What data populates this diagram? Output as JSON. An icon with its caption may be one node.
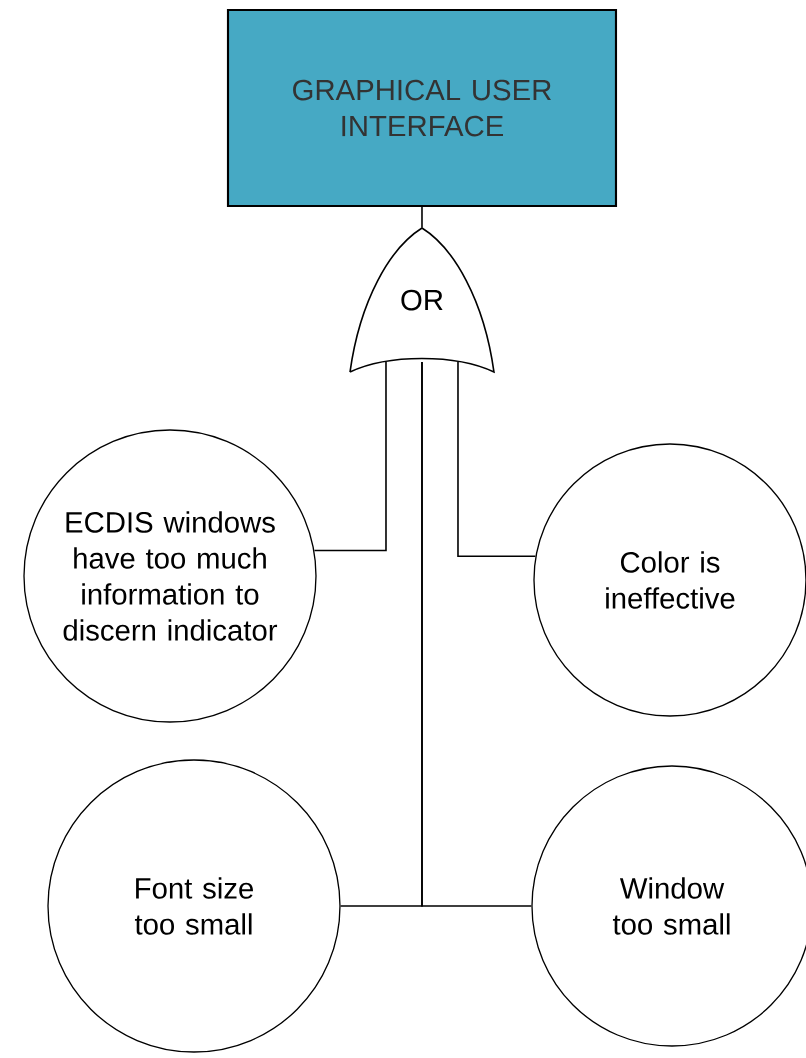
{
  "diagram": {
    "nodes": [
      {
        "text": [
          "GRAPHICAL USER INTERFACE"
        ]
      },
      {
        "text": [
          "OR"
        ]
      },
      {
        "text": [
          "ECDIS windows have too much information to discern indicator"
        ]
      },
      {
        "text": [
          "Color is ineffective"
        ]
      },
      {
        "text": [
          "Font size too small"
        ]
      },
      {
        "text": [
          "Window too small"
        ]
      }
    ],
    "edges": [
      {
        "from": 1,
        "to": 0,
        "arrow": "none"
      },
      {
        "from": 2,
        "to": 1,
        "arrow": "none"
      },
      {
        "from": 3,
        "to": 1,
        "arrow": "none"
      },
      {
        "from": 4,
        "to": 1,
        "arrow": "none"
      },
      {
        "from": 5,
        "to": 1,
        "arrow": "none"
      }
    ]
  }
}
